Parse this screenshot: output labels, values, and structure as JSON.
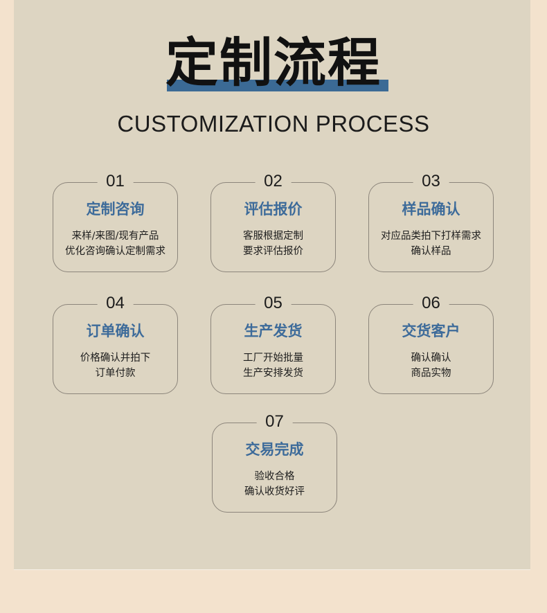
{
  "header": {
    "title": "定制流程",
    "subtitle": "CUSTOMIZATION PROCESS"
  },
  "colors": {
    "background": "#f3e2cd",
    "panel": "#ddd5c2",
    "accent": "#3b6a95",
    "step_title": "#3d6b9a"
  },
  "steps": [
    {
      "number": "01",
      "title": "定制咨询",
      "lines": [
        "来样/来图/现有产品",
        "优化咨询确认定制需求"
      ]
    },
    {
      "number": "02",
      "title": "评估报价",
      "lines": [
        "客服根据定制",
        "要求评估报价"
      ]
    },
    {
      "number": "03",
      "title": "样品确认",
      "lines": [
        "对应品类拍下打样需求",
        "确认样品"
      ]
    },
    {
      "number": "04",
      "title": "订单确认",
      "lines": [
        "价格确认并拍下",
        "订单付款"
      ]
    },
    {
      "number": "05",
      "title": "生产发货",
      "lines": [
        "工厂开始批量",
        "生产安排发货"
      ]
    },
    {
      "number": "06",
      "title": "交货客户",
      "lines": [
        "确认确认",
        "商品实物"
      ]
    },
    {
      "number": "07",
      "title": "交易完成",
      "lines": [
        "验收合格",
        "确认收货好评"
      ]
    }
  ]
}
